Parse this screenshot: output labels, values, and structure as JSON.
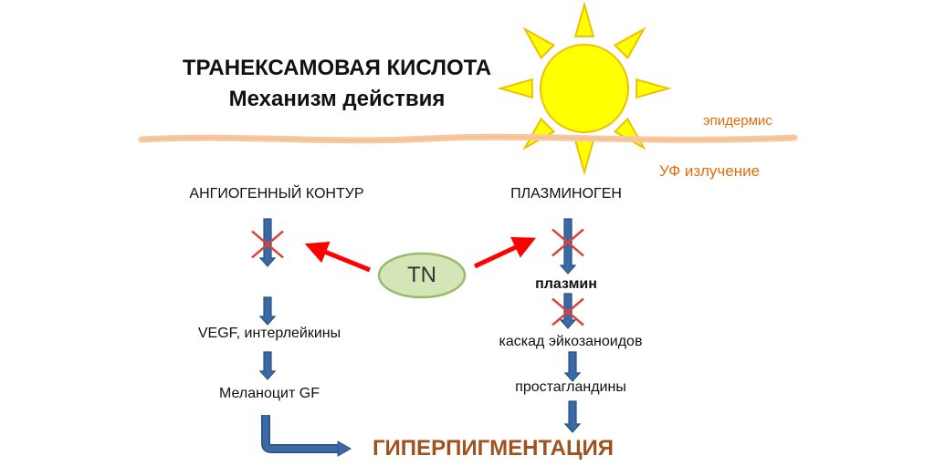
{
  "title": {
    "line1": "ТРАНЕКСАМОВАЯ  КИСЛОТА",
    "line2": "Механизм действия"
  },
  "labels": {
    "epidermis": "эпидермис",
    "uv": "УФ излучение"
  },
  "left_branch": {
    "head": "АНГИОГЕННЫЙ КОНТУР",
    "step1": "VEGF, интерлейкины",
    "step2": "Меланоцит GF"
  },
  "right_branch": {
    "head": "ПЛАЗМИНОГЕН",
    "step1": "плазмин",
    "step2": "каскад эйкозаноидов",
    "step3": "простагландины"
  },
  "center": {
    "label": "TN"
  },
  "result": "ГИПЕРПИГМЕНТАЦИЯ",
  "colors": {
    "arrow_blue": "#3a6aa5",
    "arrow_blue_dark": "#2a4f80",
    "inhibit_red": "#ff0000",
    "cross_red": "#e0403a",
    "sun_yellow": "#ffff00",
    "sun_edge": "#f0c000",
    "skin_line": "#f6c9a0",
    "ellipse_fill": "#d4e6b5",
    "ellipse_edge": "#98bb6b",
    "accent_orange": "#e36c0a",
    "result_brown": "#a0521e"
  },
  "icons": [
    "sun-icon",
    "down-arrow-icon",
    "cross-icon",
    "inhibition-arrow-icon",
    "elbow-arrow-icon"
  ]
}
